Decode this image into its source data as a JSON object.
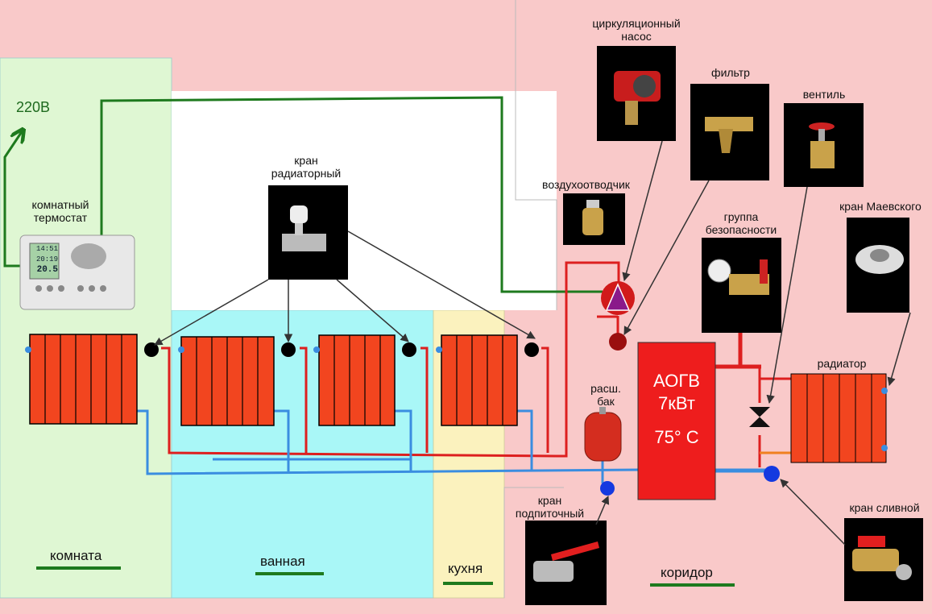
{
  "labels": {
    "v220": "220В",
    "thermostat": [
      "комнатный",
      "термостат"
    ],
    "rad_valve": [
      "кран",
      "радиаторный"
    ],
    "pump": [
      "циркуляционный",
      "насос"
    ],
    "filter": "фильтр",
    "valve": "вентиль",
    "air_vent": "воздухоотводчик",
    "safety_group": [
      "группа",
      "безопасности"
    ],
    "mayevsky": "кран Маевского",
    "radiator": "радиатор",
    "exp_tank": [
      "расш.",
      "бак"
    ],
    "fill_valve": [
      "кран",
      "подпиточный"
    ],
    "drain_valve": "кран сливной"
  },
  "boiler": {
    "name": "АОГВ",
    "power": "7кВт",
    "temp": "75° С"
  },
  "rooms": {
    "room": "комната",
    "bathroom": "ванная",
    "kitchen": "кухня",
    "corridor": "коридор"
  },
  "display": {
    "line1": "14:51",
    "line2": "20:19",
    "line3": "20.5"
  },
  "colors": {
    "supply": "#dd1f1f",
    "return": "#3a8de0",
    "wire": "#1e7a1e",
    "radiator": "#f2451f",
    "boiler": "#ee1d1d"
  }
}
